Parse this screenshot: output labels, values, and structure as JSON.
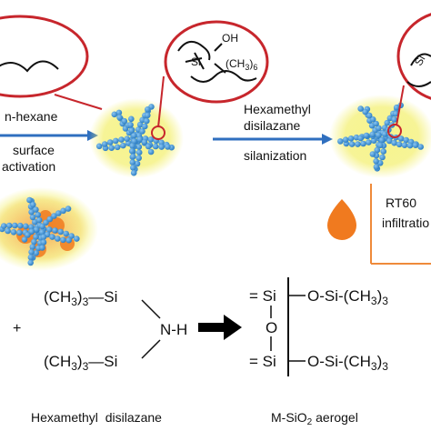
{
  "labels": {
    "solvent": "n-hexane",
    "step1_line1": "surface",
    "step1_line2": "activation",
    "reagent_line1": "Hexamethyl",
    "reagent_line2": "disilazane",
    "step2": "silanization",
    "rt_line1": "RT60",
    "rt_line2": "infiltratio"
  },
  "zoom": {
    "silanol_oh": "OH",
    "silanol_si": "Si",
    "hexyl_chain": "(CH",
    "hexyl_sub": "3",
    "hexyl_tail": ")",
    "hexyl_n": "6",
    "right_si": "Si"
  },
  "equation": {
    "plus": "+",
    "hmds_group1": "(CH",
    "hmds_sub1": "3",
    "hmds_sub1b": ")",
    "hmds_n1": "3",
    "hmds_si1": "—Si",
    "hmds_group2": "(CH",
    "hmds_sub2": "3",
    "hmds_sub2b": ")",
    "hmds_n2": "3",
    "hmds_si2": "—Si",
    "nh": "N-H",
    "prod_si_top": "= Si",
    "prod_o_mid": "O",
    "prod_si_bot": "= Si",
    "prod_right_top": "O-Si-(CH",
    "prod_right_top_sub": "3",
    "prod_right_top_end": ")",
    "prod_right_top_n": "3",
    "prod_right_bot": "O-Si-(CH",
    "prod_right_bot_sub": "3",
    "prod_right_bot_end": ")",
    "prod_right_bot_n": "3"
  },
  "captions": {
    "left": "Hexamethyl  disilazane",
    "right": "M-SiO",
    "right_sub": "2",
    "right_tail": " aerogel"
  },
  "colors": {
    "arrow_blue": "#2f6fbf",
    "bead_blue": "#3c8fd3",
    "halo_yellow": "#f3ef6a",
    "ellipse_red": "#c7262c",
    "orange": "#f07a1f",
    "rt_box_orange": "#ef8a3a"
  }
}
